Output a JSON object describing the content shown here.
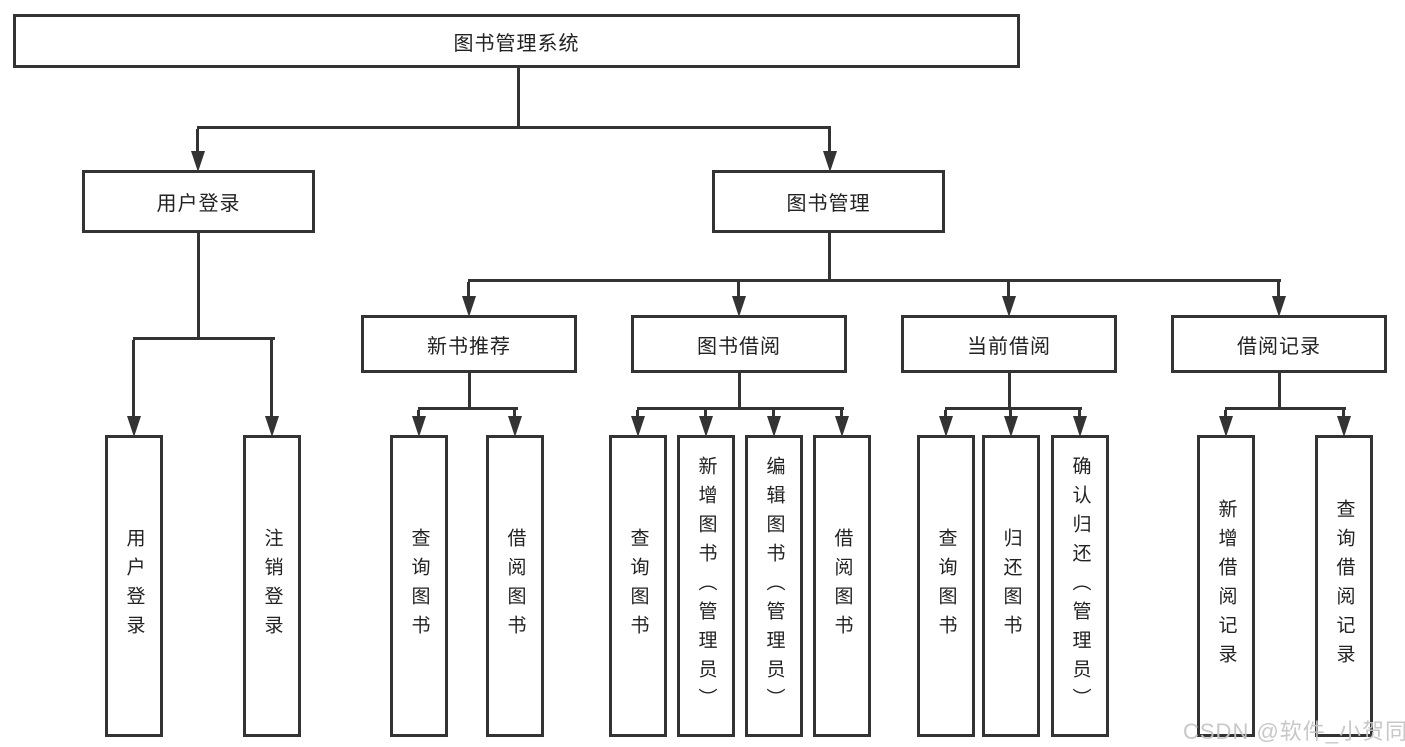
{
  "diagram": {
    "root": {
      "label": "图书管理系统"
    },
    "branches": [
      {
        "label": "用户登录",
        "children": [
          {
            "label": "用户登录"
          },
          {
            "label": "注销登录"
          }
        ]
      },
      {
        "label": "图书管理",
        "children": [
          {
            "label": "新书推荐",
            "children": [
              {
                "label": "查询图书"
              },
              {
                "label": "借阅图书"
              }
            ]
          },
          {
            "label": "图书借阅",
            "children": [
              {
                "label": "查询图书"
              },
              {
                "label": "新增图书（管理员）"
              },
              {
                "label": "编辑图书（管理员）"
              },
              {
                "label": "借阅图书"
              }
            ]
          },
          {
            "label": "当前借阅",
            "children": [
              {
                "label": "查询图书"
              },
              {
                "label": "归还图书"
              },
              {
                "label": "确认归还（管理员）"
              }
            ]
          },
          {
            "label": "借阅记录",
            "children": [
              {
                "label": "新增借阅记录"
              },
              {
                "label": "查询借阅记录"
              }
            ]
          }
        ]
      }
    ],
    "watermark": "CSDN @软件_小贺同学",
    "colors": {
      "line": "#333333",
      "text": "#222222",
      "background": "#ffffff",
      "watermark": "#c5c5c5"
    }
  }
}
